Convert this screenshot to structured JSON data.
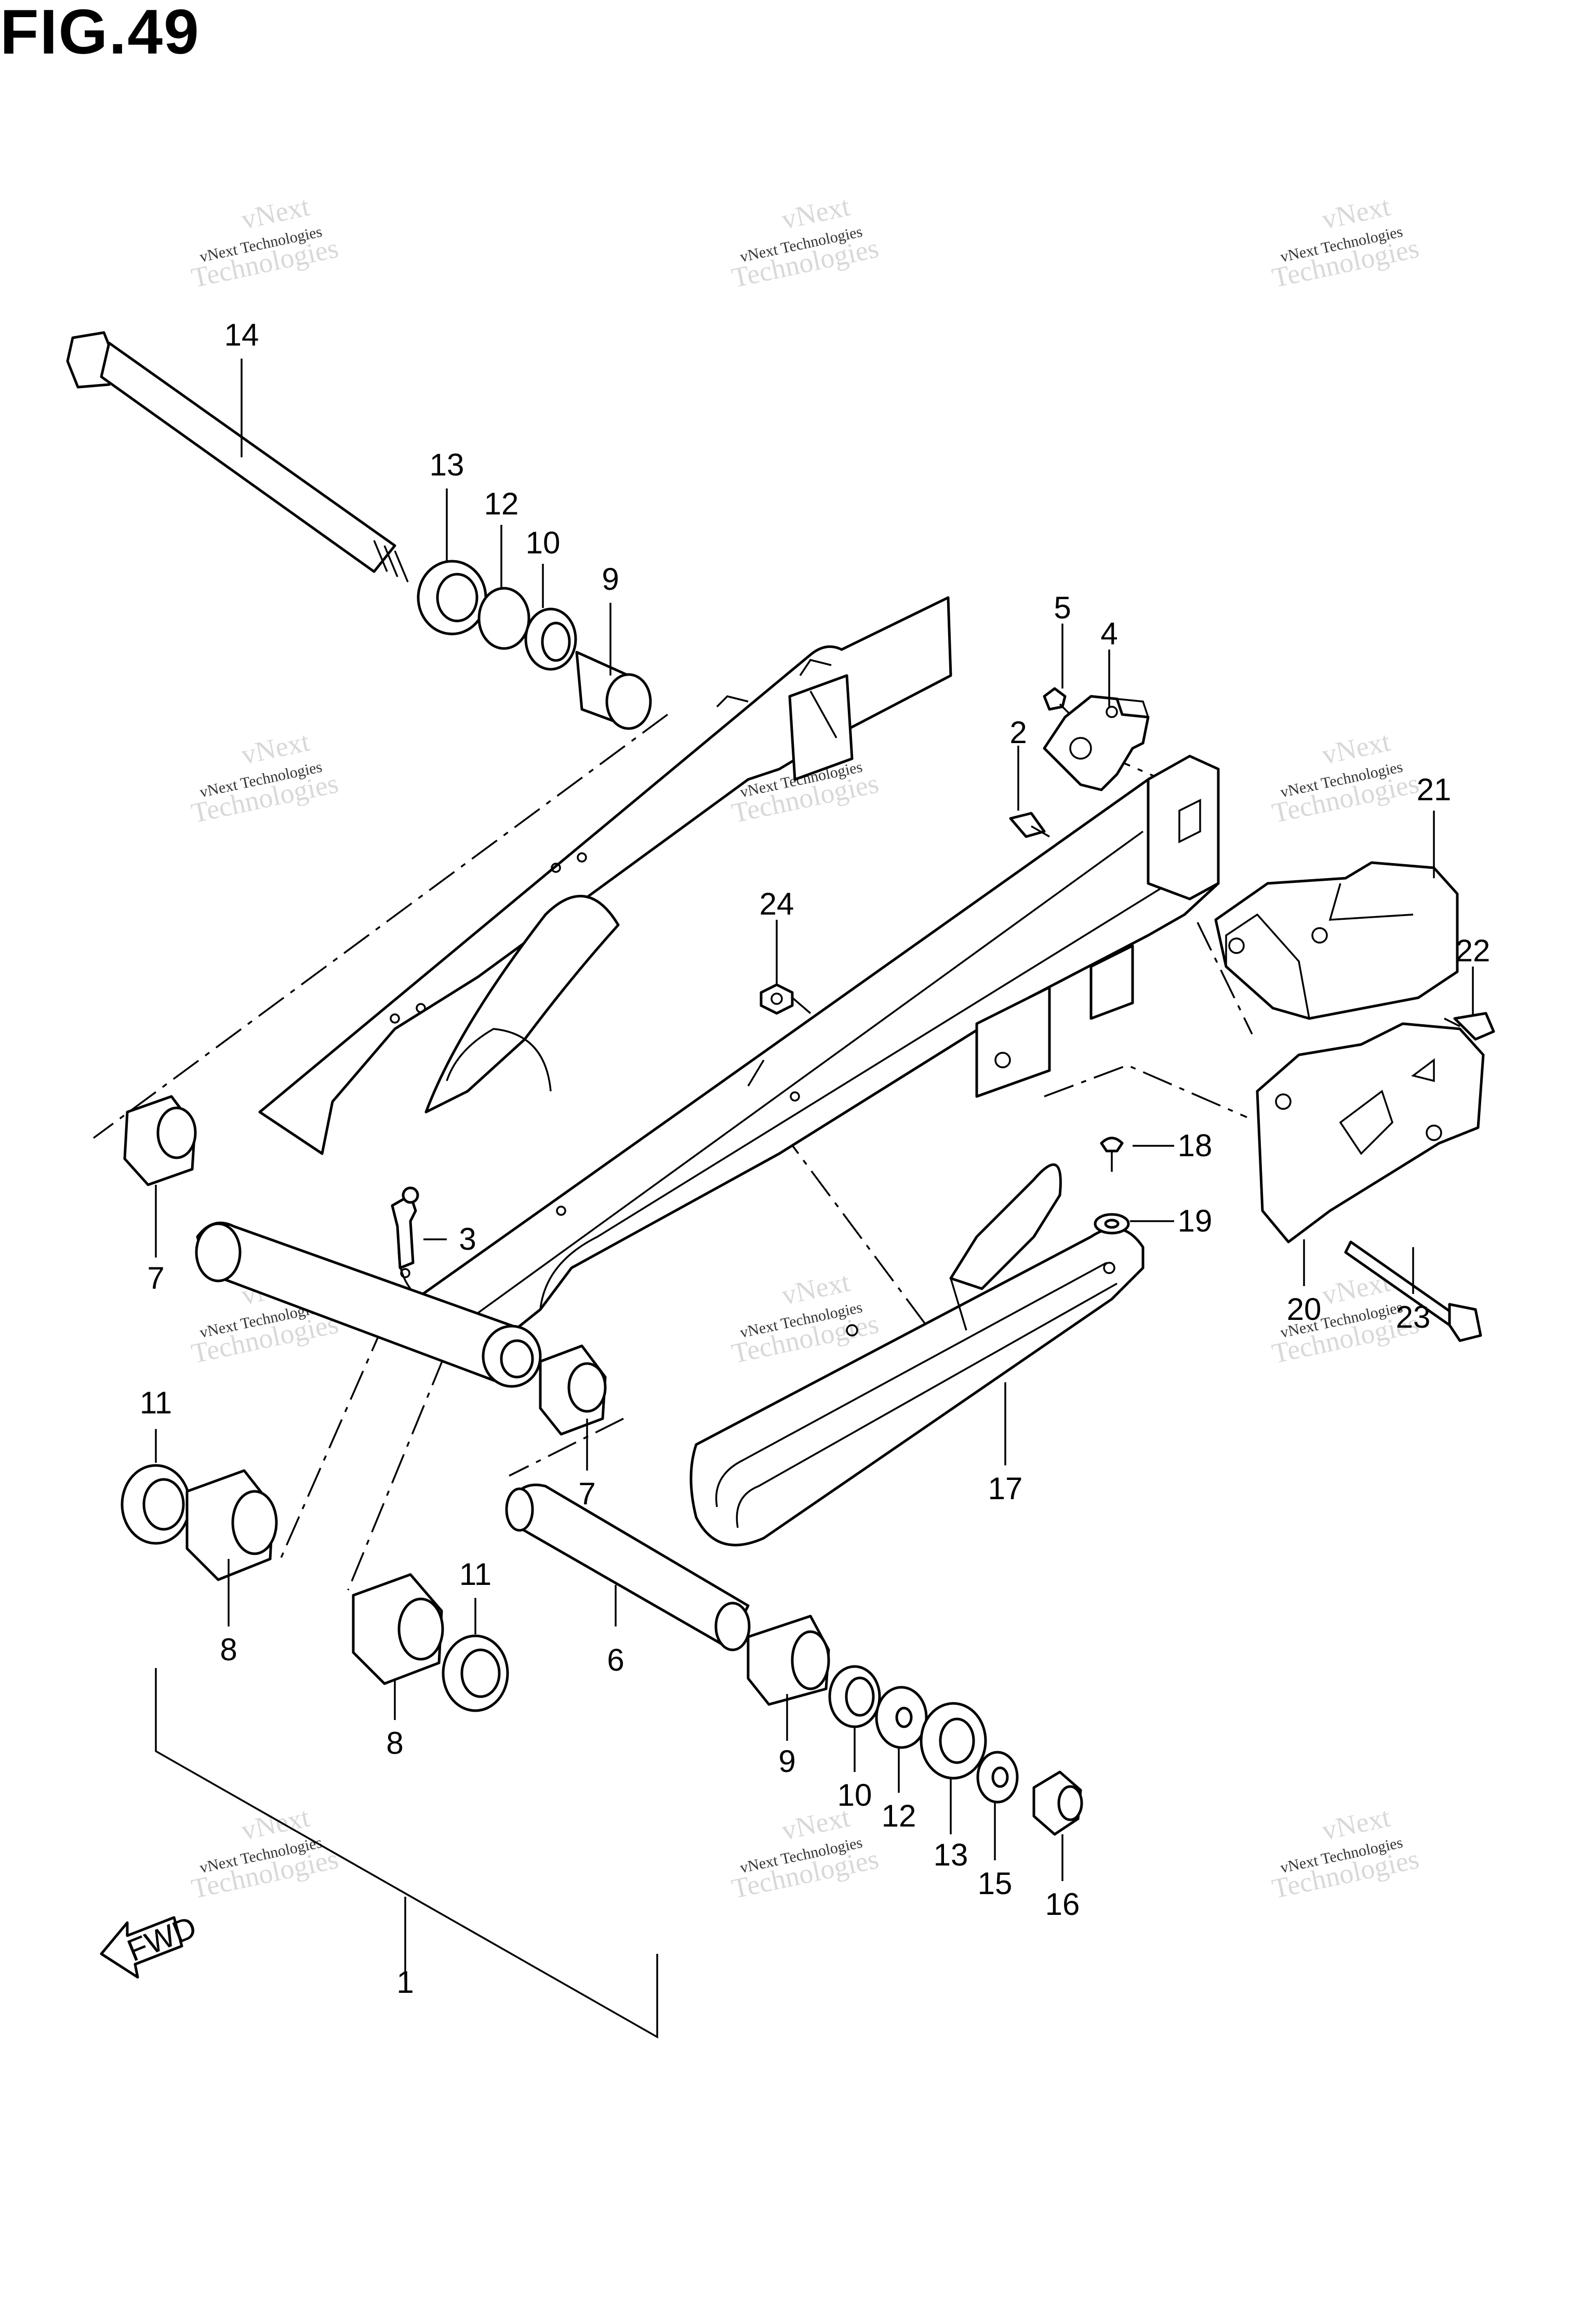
{
  "figure": {
    "title": "FIG.49"
  },
  "watermark": {
    "line1": "vNext",
    "line2": "vNext Technologies",
    "line3": "Technologies"
  },
  "fwd_label": "FWD",
  "callouts": [
    {
      "id": "c1",
      "label": "1"
    },
    {
      "id": "c2",
      "label": "2"
    },
    {
      "id": "c3",
      "label": "3"
    },
    {
      "id": "c4",
      "label": "4"
    },
    {
      "id": "c5",
      "label": "5"
    },
    {
      "id": "c6",
      "label": "6"
    },
    {
      "id": "c7a",
      "label": "7"
    },
    {
      "id": "c7b",
      "label": "7"
    },
    {
      "id": "c8a",
      "label": "8"
    },
    {
      "id": "c8b",
      "label": "8"
    },
    {
      "id": "c9a",
      "label": "9"
    },
    {
      "id": "c9b",
      "label": "9"
    },
    {
      "id": "c10a",
      "label": "10"
    },
    {
      "id": "c10b",
      "label": "10"
    },
    {
      "id": "c11a",
      "label": "11"
    },
    {
      "id": "c11b",
      "label": "11"
    },
    {
      "id": "c12a",
      "label": "12"
    },
    {
      "id": "c12b",
      "label": "12"
    },
    {
      "id": "c13a",
      "label": "13"
    },
    {
      "id": "c13b",
      "label": "13"
    },
    {
      "id": "c14",
      "label": "14"
    },
    {
      "id": "c15",
      "label": "15"
    },
    {
      "id": "c16",
      "label": "16"
    },
    {
      "id": "c17",
      "label": "17"
    },
    {
      "id": "c18",
      "label": "18"
    },
    {
      "id": "c19",
      "label": "19"
    },
    {
      "id": "c20",
      "label": "20"
    },
    {
      "id": "c21",
      "label": "21"
    },
    {
      "id": "c22",
      "label": "22"
    },
    {
      "id": "c23",
      "label": "23"
    },
    {
      "id": "c24",
      "label": "24"
    }
  ]
}
